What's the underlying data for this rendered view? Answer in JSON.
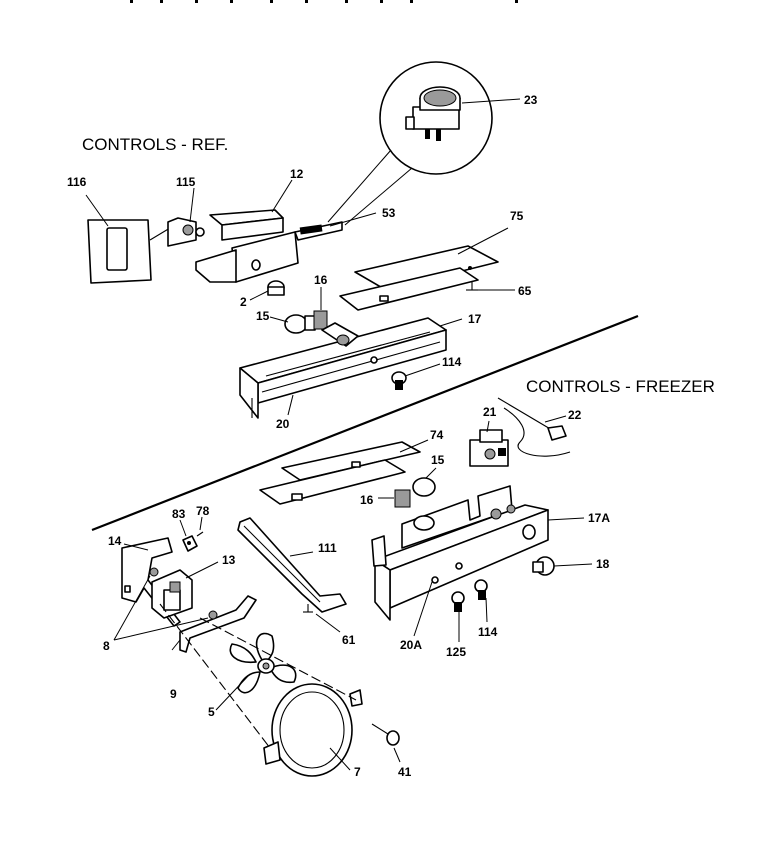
{
  "titles": {
    "ref": "CONTROLS - REF.",
    "freezer": "CONTROLS - FREEZER"
  },
  "labels": {
    "p23": "23",
    "p116": "116",
    "p115": "115",
    "p12": "12",
    "p53": "53",
    "p75": "75",
    "p65": "65",
    "p2": "2",
    "p16a": "16",
    "p15a": "15",
    "p17": "17",
    "p114a": "114",
    "p20": "20",
    "p22": "22",
    "p21": "21",
    "p74": "74",
    "p15b": "15",
    "p16b": "16",
    "p17a": "17A",
    "p83": "83",
    "p78": "78",
    "p14": "14",
    "p13": "13",
    "p111": "111",
    "p18": "18",
    "p8": "8",
    "p61": "61",
    "p114b": "114",
    "p20a": "20A",
    "p125": "125",
    "p9": "9",
    "p5": "5",
    "p7": "7",
    "p41": "41"
  }
}
